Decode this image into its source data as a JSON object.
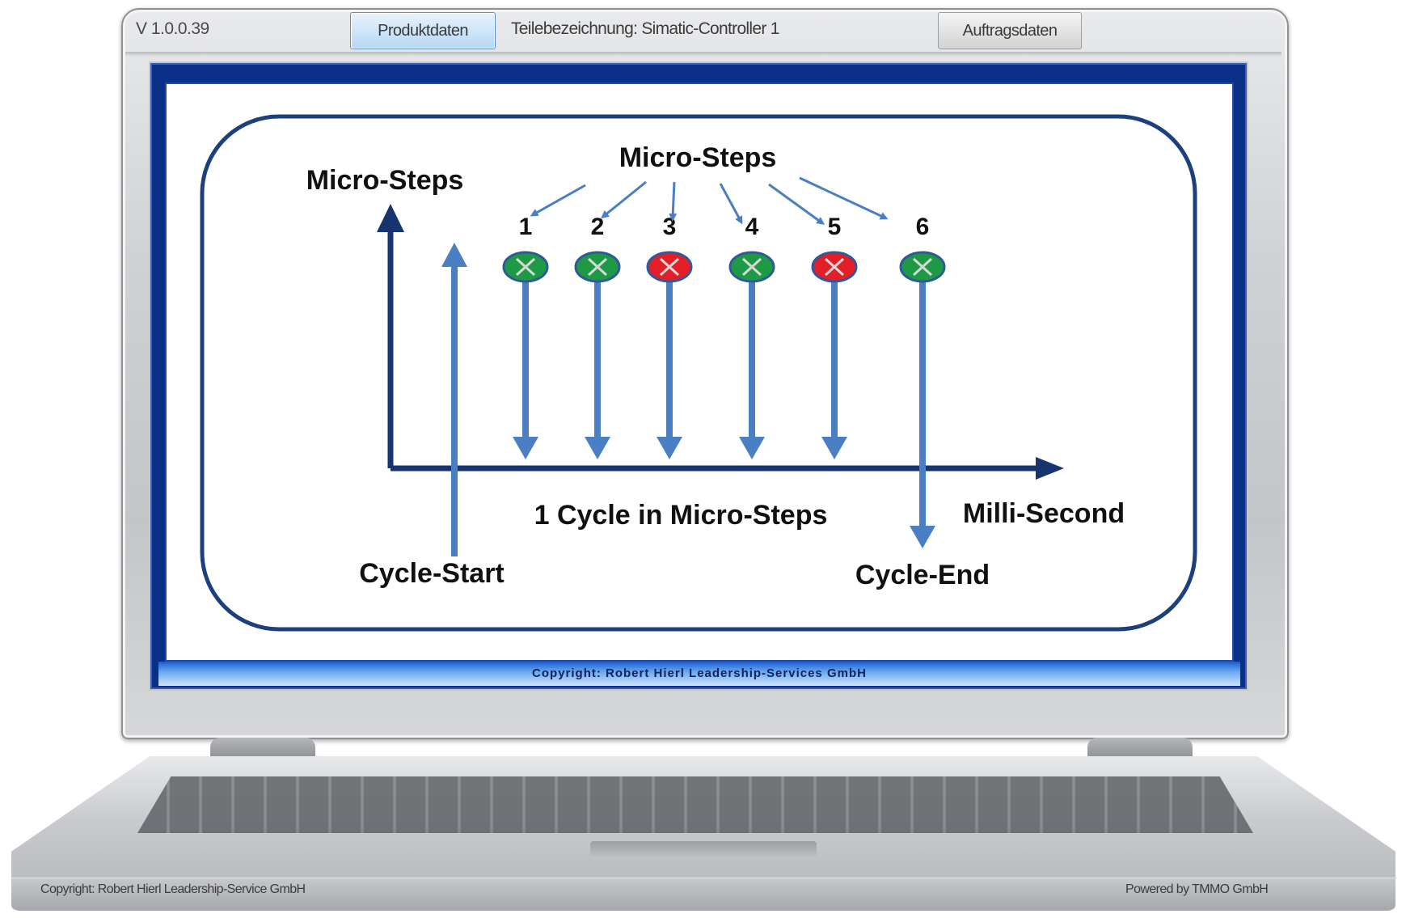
{
  "header": {
    "version": "V 1.0.0.39",
    "tab_produktdaten": "Produktdaten",
    "part_name": "Teilebezeichnung: Simatic-Controller 1",
    "tab_auftragsdaten": "Auftragsdaten"
  },
  "diagram": {
    "top_title": "Micro-Steps",
    "y_axis_label": "Micro-Steps",
    "x_axis_label": "Milli-Second",
    "cycle_label": "1 Cycle in Micro-Steps",
    "cycle_start": "Cycle-Start",
    "cycle_end": "Cycle-End",
    "steps": [
      {
        "number": "1",
        "status": "ok"
      },
      {
        "number": "2",
        "status": "ok"
      },
      {
        "number": "3",
        "status": "fail"
      },
      {
        "number": "4",
        "status": "ok"
      },
      {
        "number": "5",
        "status": "fail"
      },
      {
        "number": "6",
        "status": "ok"
      }
    ],
    "colors": {
      "ok": "#1e9a45",
      "fail": "#e41e26",
      "arrow": "#4a7fc4",
      "axis": "#17346e",
      "frame": "#1c3f7d"
    }
  },
  "screen": {
    "copyright": "Copyright: Robert Hierl Leadership-Services GmbH"
  },
  "footer": {
    "copyright": "Copyright: Robert Hierl Leadership-Service GmbH",
    "powered_by": "Powered by TMMO GmbH"
  }
}
